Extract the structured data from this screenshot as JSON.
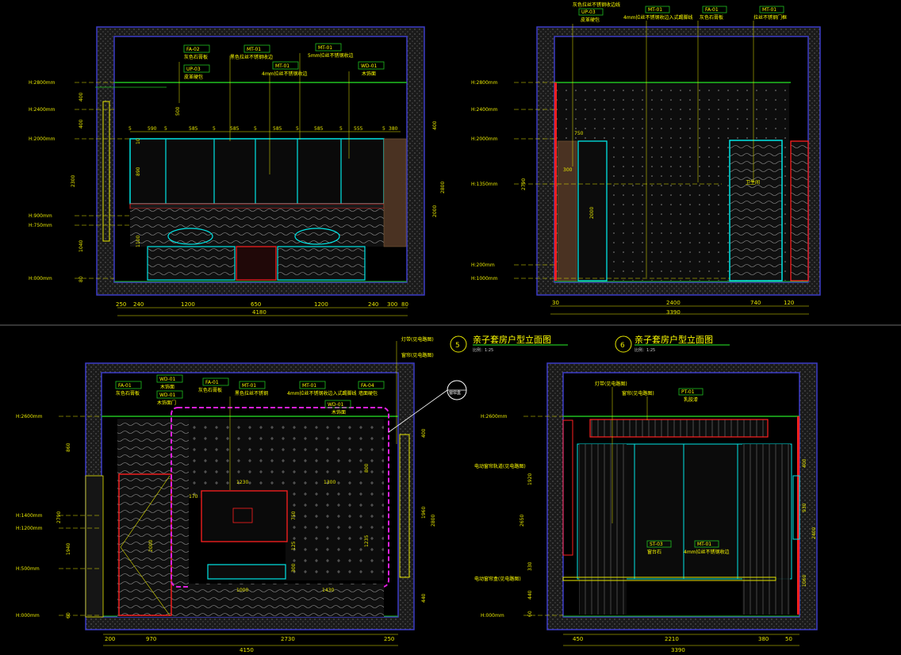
{
  "colors": {
    "background": "#000000",
    "wall_blue": "#3c3cc8",
    "dimension_yellow": "#e6e600",
    "cyan_outline": "#00e5e5",
    "red_outline": "#ff2020",
    "magenta_dash": "#e020e0",
    "green_line": "#20c020",
    "tag_box": "#20c020"
  },
  "views": {
    "v5": {
      "number": "5",
      "title": "亲子套房户型立面图",
      "scale": "比例：1:25"
    },
    "v6": {
      "number": "6",
      "title": "亲子套房户型立面图",
      "scale": "比例：1:25"
    }
  },
  "panel_tl": {
    "levels": [
      "H:2800mm",
      "H:2400mm",
      "H:2000mm",
      "H:900mm",
      "H:750mm",
      "H:000mm"
    ],
    "tags": [
      {
        "code": "FA-02",
        "note": "灰色石膏板"
      },
      {
        "code": "UP-03",
        "note": "皮革硬包"
      },
      {
        "code": "MT-01",
        "note": "黑色拉丝不锈钢收边"
      },
      {
        "code": "MT-01",
        "note": "5mm拉丝不锈钢收边"
      },
      {
        "code": "MT-01",
        "note": "4mm拉丝不锈钢收边"
      },
      {
        "code": "WD-01",
        "note": "木饰面"
      }
    ],
    "bottom_dims": [
      "250",
      "240",
      "1200",
      "650",
      "1200",
      "240",
      "300",
      "80"
    ],
    "total": "4180",
    "top_dims": [
      "5",
      "590",
      "5",
      "585",
      "5",
      "585",
      "5",
      "585",
      "5",
      "585",
      "5",
      "555",
      "5",
      "380"
    ],
    "left_dims": [
      "400",
      "400",
      "2300",
      "1040",
      "80"
    ],
    "mid_dims": [
      "890",
      "10",
      "1100",
      "500"
    ],
    "right_dims": [
      "400",
      "2800",
      "2000"
    ]
  },
  "panel_tr": {
    "levels": [
      "H:2800mm",
      "H:2400mm",
      "H:2000mm",
      "H:1350mm",
      "H:200mm",
      "H:1000mm"
    ],
    "tags": [
      {
        "code": "UP-03",
        "note": "皮革硬包"
      },
      {
        "code": "MT-01",
        "note": "4mm拉丝不锈钢收边入式踢脚线"
      },
      {
        "code": "FA-01",
        "note": "灰色石膏板"
      },
      {
        "code": "MT-01",
        "note": "拉丝不锈钢门框"
      }
    ],
    "top_note": "灰色拉丝不锈钢收边线",
    "door_label": "卫生间",
    "bottom_dims": [
      "30",
      "2400",
      "740",
      "120"
    ],
    "total": "3390",
    "inner_dims": [
      "750",
      "300",
      "2000"
    ],
    "left_dims": [
      "2790"
    ]
  },
  "panel_bl": {
    "levels": [
      "H:2600mm",
      "H:1400mm",
      "H:1200mm",
      "H:500mm",
      "H:000mm"
    ],
    "tags": [
      {
        "code": "FA-01",
        "note": "灰色石膏板"
      },
      {
        "code": "WD-01",
        "note": "木饰面"
      },
      {
        "code": "WD-01",
        "note": "木饰面门"
      },
      {
        "code": "FA-01",
        "note": "灰色石膏板"
      },
      {
        "code": "MT-01",
        "note": "黑色拉丝不锈钢"
      },
      {
        "code": "MT-01",
        "note": "4mm拉丝不锈钢收边入式踢脚线"
      },
      {
        "code": "FA-04",
        "note": "墙面硬包"
      },
      {
        "code": "WD-01",
        "note": "木饰面"
      }
    ],
    "side_notes": [
      "灯带(见电路图)",
      "窗帘(见电路图)"
    ],
    "callout": "窗帘盒",
    "bottom_dims": [
      "200",
      "970",
      "2730",
      "250"
    ],
    "total": "4150",
    "inner_dims": [
      "1230",
      "1300",
      "1000",
      "1430",
      "170"
    ],
    "left_dims": [
      "860",
      "2790",
      "1940",
      "60"
    ],
    "right_dims": [
      "400",
      "1960",
      "2800",
      "440"
    ],
    "v_dims": [
      "2000",
      "750",
      "125",
      "300",
      "1235",
      "800"
    ]
  },
  "panel_br": {
    "levels": [
      "H:2600mm",
      "H:000mm"
    ],
    "tags": [
      {
        "code": "PT-01",
        "note": "乳胶漆"
      },
      {
        "code": "ST-03",
        "note": "窗台石"
      },
      {
        "code": "MT-01",
        "note": "4mm拉丝不锈钢收边"
      }
    ],
    "side_notes": [
      "灯带(见电路图)",
      "窗帘(见电路图)",
      "电动窗帘轨道(见电路图)",
      "电动窗帘盒(见电路图)"
    ],
    "bottom_dims": [
      "450",
      "2210",
      "380",
      "50"
    ],
    "total": "3390",
    "left_dims": [
      "1920",
      "2650",
      "330",
      "440",
      "60"
    ],
    "right_dims": [
      "400",
      "930",
      "2400",
      "1060"
    ]
  }
}
